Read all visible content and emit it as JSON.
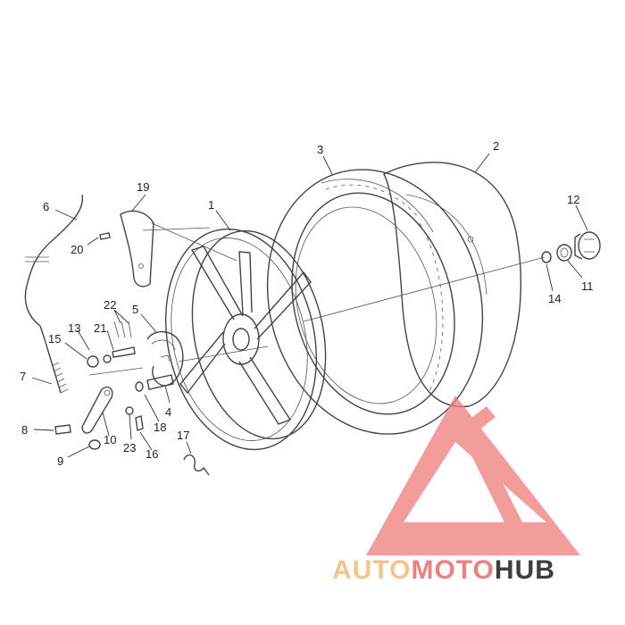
{
  "callouts": {
    "c1": "1",
    "c2": "2",
    "c3": "3",
    "c4": "4",
    "c5": "5",
    "c6": "6",
    "c7": "7",
    "c8": "8",
    "c9": "9",
    "c10": "10",
    "c11": "11",
    "c12": "12",
    "c13": "13",
    "c14": "14",
    "c15": "15",
    "c16": "16",
    "c17": "17",
    "c18": "18",
    "c19": "19",
    "c20": "20",
    "c21": "21",
    "c22": "22",
    "c23": "23"
  },
  "watermark": {
    "part1": "AUTO",
    "part2": "MOTO",
    "part3": "HUB",
    "color_light": "#f6c48a",
    "color_mid": "#ee8080",
    "color_dark": "#3e3e3e",
    "logo_color": "#ef7b7b"
  }
}
